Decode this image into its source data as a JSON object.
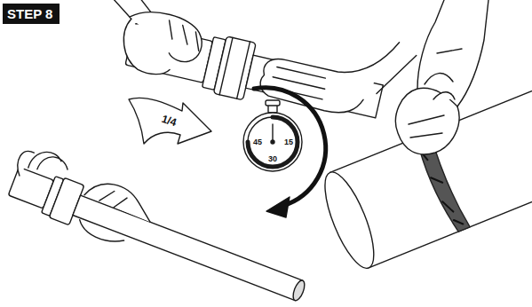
{
  "diagram": {
    "nodes": [
      {
        "text": [
          "STEP 8"
        ]
      }
    ],
    "labels": [
      "1/4",
      "45",
      "15",
      "30"
    ]
  }
}
